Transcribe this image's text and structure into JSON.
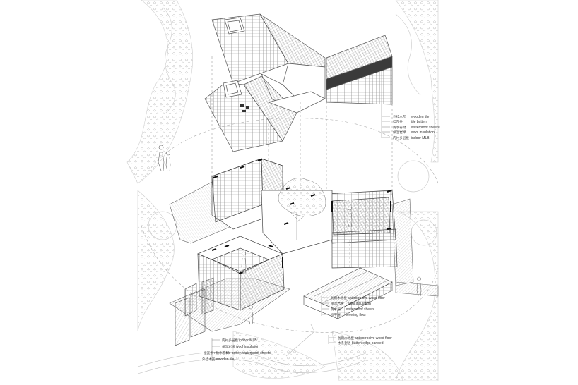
{
  "colors": {
    "line": "#555555",
    "light_line": "#b5b5b5",
    "foliage": "#c9c9c9",
    "dark_band": "#3a3a3a",
    "background": "#ffffff"
  },
  "roof_callout": {
    "items": [
      {
        "cn": "外挂木瓦",
        "en": "wooden tile"
      },
      {
        "cn": "挂瓦条",
        "en": "tile batten"
      },
      {
        "cn": "防水卷材",
        "en": "waterproof sheets"
      },
      {
        "cn": "保温岩棉",
        "en": "wool insulation"
      },
      {
        "cn": "内衬多层板",
        "en": "indoor MLB"
      }
    ]
  },
  "floor_callout": {
    "items": [
      {
        "cn": "防腐木地板",
        "en": "anticorrosive wood floor"
      },
      {
        "cn": "保温岩棉",
        "en": "wool insulation"
      },
      {
        "cn": "防水层",
        "en": "waterproof sheets"
      },
      {
        "cn": "找平层",
        "en": "leveling floor"
      }
    ]
  },
  "base_callout": {
    "items": [
      {
        "cn": "防腐木地板",
        "en": "anticorrosive wood floor"
      },
      {
        "cn": "木条封边",
        "en": "batten edge banded"
      }
    ]
  },
  "wall_callout": {
    "items": [
      {
        "cn": "内衬多层板",
        "en": "indoor MLB"
      },
      {
        "cn": "保温岩棉",
        "en": "wool insulation"
      },
      {
        "cn": "挂瓦条+防水卷材",
        "en": "tile batten  waterproof sheets"
      },
      {
        "cn": "外挂木瓦",
        "en": "wooden tile"
      }
    ]
  }
}
